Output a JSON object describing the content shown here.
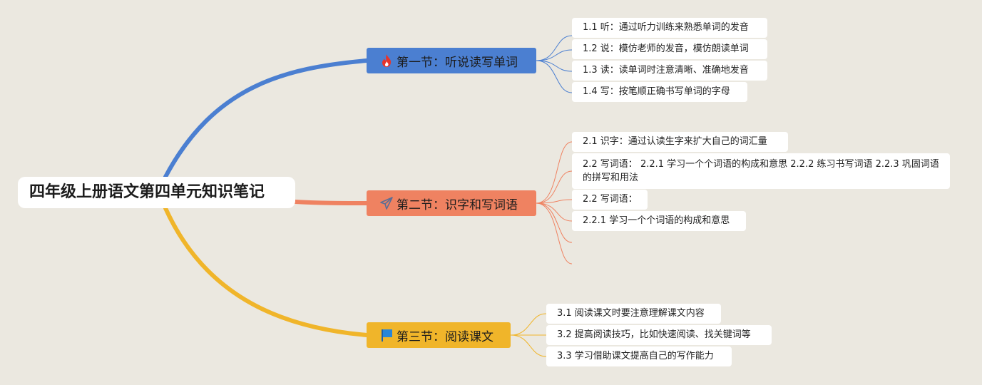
{
  "root": {
    "title": "四年级上册语文第四单元知识笔记"
  },
  "colors": {
    "background": "#ebe8e0",
    "section1": "#4b7fd1",
    "section2": "#ef8261",
    "section3": "#f0b52a"
  },
  "sections": [
    {
      "title": "第一节：听说读写单词",
      "icon": "fire-icon",
      "items": [
        "1.1 听：通过听力训练来熟悉单词的发音",
        "1.2 说：模仿老师的发音，模仿朗读单词",
        "1.3 读：读单词时注意清晰、准确地发音",
        "1.4 写：按笔顺正确书写单词的字母"
      ]
    },
    {
      "title": "第二节：识字和写词语",
      "icon": "paper-plane-icon",
      "items": [
        "2.1 识字：通过认读生字来扩大自己的词汇量",
        "2.2 写词语： 2.2.1 学习一个个词语的构成和意思 2.2.2 练习书写词语 2.2.3 巩固词语的拼写和用法",
        "2.2 写词语：",
        "2.2.1 学习一个个词语的构成和意思"
      ]
    },
    {
      "title": "第三节：阅读课文",
      "icon": "flag-icon",
      "items": [
        "3.1 阅读课文时要注意理解课文内容",
        "3.2 提高阅读技巧，比如快速阅读、找关键词等",
        "3.3 学习借助课文提高自己的写作能力"
      ]
    }
  ]
}
